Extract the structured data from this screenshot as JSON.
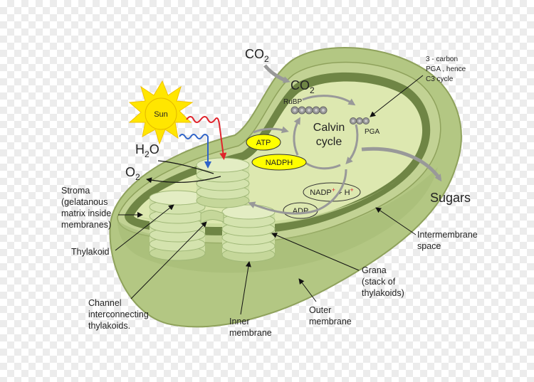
{
  "colors": {
    "outer_membrane": "#b3c783",
    "outer_membrane_dark": "#8fa25c",
    "inner_membrane": "#6f8545",
    "stroma": "#dde8b0",
    "thylakoid": "#d4e3ae",
    "thylakoid_edge": "#9fb777",
    "sun": "#ffe600",
    "sun_ray": "#ffd400",
    "atp_fill": "#ffff00",
    "red_wave": "#e0242c",
    "blue_wave": "#2f63c8",
    "arrow_gray": "#999999",
    "pointer": "#111111"
  },
  "molecules": {
    "co2_main": "CO",
    "co2_main_sub": "2",
    "co2_inner": "CO",
    "co2_inner_sub": "2",
    "h2o": "H",
    "h2o_sub": "2",
    "h2o_tail": "O",
    "o2": "O",
    "o2_sub": "2"
  },
  "sun": {
    "label": "Sun"
  },
  "calvin": {
    "title_line1": "Calvin",
    "title_line2": "cycle",
    "rubp": "RuBP",
    "pga": "PGA",
    "pga_note": [
      "3 - carbon",
      "PGA , hence",
      "C3 cycle"
    ]
  },
  "energy_carriers": {
    "atp": "ATP",
    "nadph": "NADPH",
    "nadp": "NADP",
    "nadp_sup": "+",
    "plus": " + H",
    "h_sup": "+",
    "adp": "ADP"
  },
  "output": {
    "sugars": "Sugars"
  },
  "labels": {
    "stroma": [
      "Stroma",
      "(gelatanous",
      "matrix inside",
      "membranes)"
    ],
    "thylakoid": [
      "Thylakoid"
    ],
    "channel": [
      "Channel",
      "interconnecting",
      "thylakoids."
    ],
    "inner_membrane": [
      "Inner",
      "membrane"
    ],
    "outer_membrane": [
      "Outer",
      "membrane"
    ],
    "grana": [
      "Grana",
      "(stack of",
      "thylakoids)"
    ],
    "intermembrane": [
      "Intermembrane",
      "space"
    ]
  }
}
